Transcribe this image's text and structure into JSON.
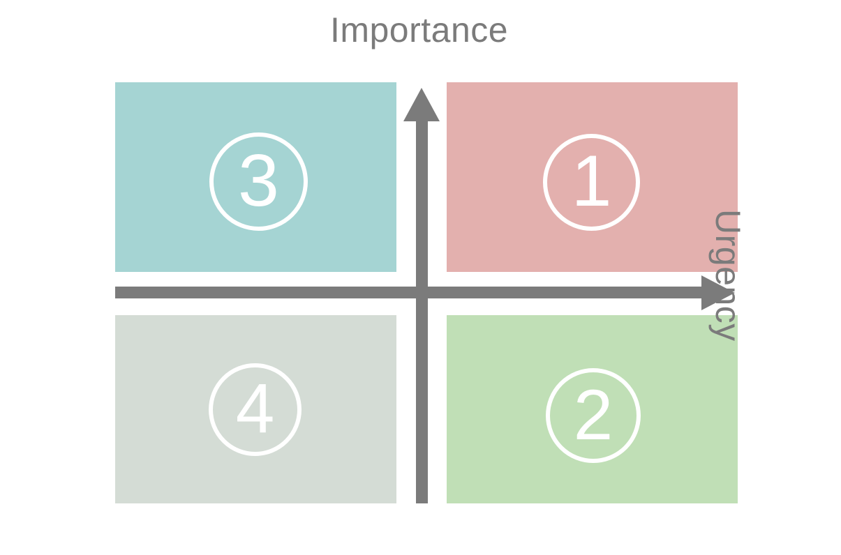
{
  "figure": {
    "type": "eisenhower-matrix",
    "background_color": "#ffffff",
    "axis_color": "#7b7b7b",
    "label_color": "#7b7b7b",
    "badge_color": "#ffffff"
  },
  "axes": {
    "vertical": {
      "label": "Importance",
      "orientation": "vertical",
      "arrow_direction": "up",
      "label_position": "top-center"
    },
    "horizontal": {
      "label": "Urgency",
      "orientation": "horizontal",
      "arrow_direction": "right",
      "label_position": "right-side-rotated-90"
    }
  },
  "quadrants": [
    {
      "id": 1,
      "number": "1",
      "position": "top-right",
      "color": "#e3b0ae",
      "meaning": "important-and-urgent"
    },
    {
      "id": 2,
      "number": "2",
      "position": "bottom-right",
      "color": "#c0dfb6",
      "meaning": "urgent-not-important"
    },
    {
      "id": 3,
      "number": "3",
      "position": "top-left",
      "color": "#a5d4d3",
      "meaning": "important-not-urgent"
    },
    {
      "id": 4,
      "number": "4",
      "position": "bottom-left",
      "color": "#d4dcd5",
      "meaning": "not-important-not-urgent"
    }
  ]
}
